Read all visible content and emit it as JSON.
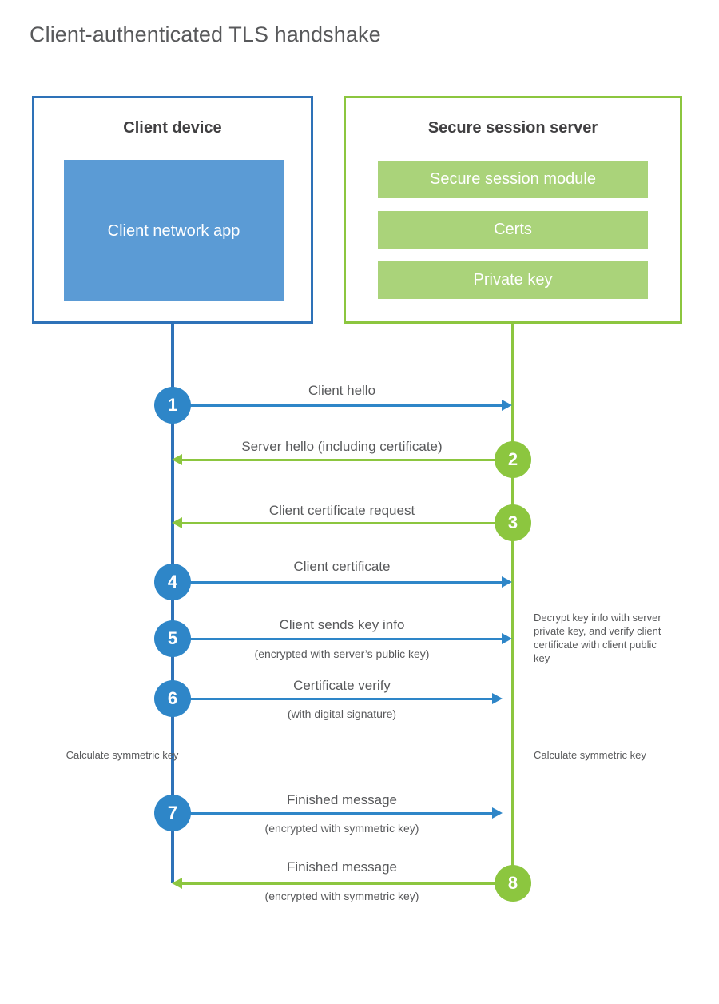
{
  "title": "Client-authenticated TLS handshake",
  "colors": {
    "client_accent": "#2e72b8",
    "client_fill": "#5b9bd5",
    "server_accent": "#8cc63f",
    "server_fill": "#aad37a",
    "step_blue": "#2e86c8",
    "step_green": "#8cc63f",
    "text": "#58595b",
    "heading": "#414042",
    "background": "#ffffff"
  },
  "actors": {
    "client": {
      "title": "Client device",
      "app_label": "Client network app"
    },
    "server": {
      "title": "Secure session server",
      "components": [
        {
          "label": "Secure session module"
        },
        {
          "label": "Certs"
        },
        {
          "label": "Private key"
        }
      ]
    }
  },
  "messages": [
    {
      "number": "1",
      "label": "Client hello",
      "sublabel": "",
      "direction": "client-to-server",
      "color": "blue"
    },
    {
      "number": "2",
      "label": "Server hello (including certificate)",
      "sublabel": "",
      "direction": "server-to-client",
      "color": "green"
    },
    {
      "number": "3",
      "label": "Client certificate request",
      "sublabel": "",
      "direction": "server-to-client",
      "color": "green"
    },
    {
      "number": "4",
      "label": "Client certificate",
      "sublabel": "",
      "direction": "client-to-server",
      "color": "blue"
    },
    {
      "number": "5",
      "label": "Client sends key info",
      "sublabel": "(encrypted with server’s public key)",
      "direction": "client-to-server",
      "color": "blue"
    },
    {
      "number": "6",
      "label": "Certificate verify",
      "sublabel": "(with digital signature)",
      "direction": "client-to-server",
      "color": "blue"
    },
    {
      "number": "7",
      "label": "Finished message",
      "sublabel": "(encrypted with symmetric key)",
      "direction": "client-to-server",
      "color": "blue"
    },
    {
      "number": "8",
      "label": "Finished message",
      "sublabel": "(encrypted with symmetric key)",
      "direction": "server-to-client",
      "color": "green"
    }
  ],
  "annotations": {
    "server_decrypt": "Decrypt key info with server private key, and verify client certificate with client public key",
    "client_calculate": "Calculate symmetric key",
    "server_calculate": "Calculate symmetric key"
  }
}
